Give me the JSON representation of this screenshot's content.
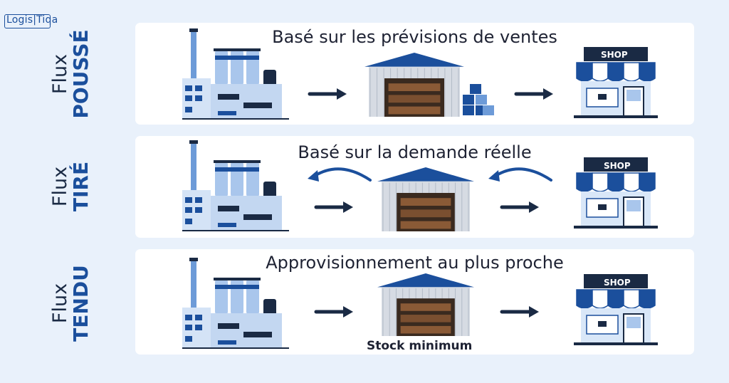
{
  "brand": {
    "logo": "Logis|Tiqa"
  },
  "colors": {
    "accent": "#1b4f9c",
    "background": "#e9f1fb",
    "card": "#ffffff"
  },
  "rows": [
    {
      "label_top": "Flux",
      "label_bottom": "POUSSÉ",
      "heading": "Basé sur les prévisions de ventes",
      "shop_sign": "SHOP",
      "icons": [
        "factory-icon",
        "arrow-right-icon",
        "warehouse-icon",
        "pallet-boxes-icon",
        "arrow-right-icon",
        "shop-icon"
      ]
    },
    {
      "label_top": "Flux",
      "label_bottom": "TIRÉ",
      "heading": "Basé sur la demande réelle",
      "shop_sign": "SHOP",
      "icons": [
        "factory-icon",
        "curved-arrow-left-icon",
        "arrow-right-icon",
        "warehouse-icon",
        "curved-arrow-left-icon",
        "arrow-right-icon",
        "shop-icon"
      ]
    },
    {
      "label_top": "Flux",
      "label_bottom": "TENDU",
      "heading": "Approvisionnement au plus proche",
      "shop_sign": "SHOP",
      "caption": "Stock minimum",
      "icons": [
        "factory-icon",
        "arrow-right-icon",
        "warehouse-icon",
        "arrow-right-icon",
        "shop-icon"
      ]
    }
  ]
}
